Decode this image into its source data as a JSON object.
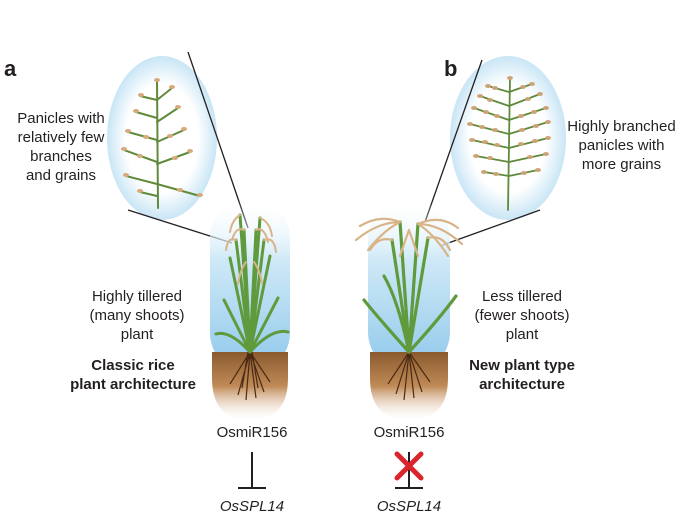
{
  "panels": [
    {
      "letter": "a",
      "panicle_label": [
        "Panicles with",
        "relatively few",
        "branches",
        "and grains"
      ],
      "tiller_label": [
        "Highly tillered",
        "(many shoots)",
        "plant"
      ],
      "architecture_label": [
        "Classic rice",
        "plant architecture"
      ],
      "regulator": "OsmiR156",
      "target_gene": "OsSPL14",
      "repression": "active"
    },
    {
      "letter": "b",
      "panicle_label": [
        "Highly branched",
        "panicles with",
        "more grains"
      ],
      "tiller_label": [
        "Less tillered",
        "(fewer shoots)",
        "plant"
      ],
      "architecture_label": [
        "New plant type",
        "architecture"
      ],
      "regulator": "OsmiR156",
      "target_gene": "OsSPL14",
      "repression": "blocked"
    }
  ],
  "colors": {
    "sky_glow": "#9fd3ef",
    "soil": "#b57a45",
    "leaf": "#5f9a3c",
    "leaf_dark": "#3f7a2a",
    "panicle": "#d9b488",
    "root": "#4a2a14",
    "block_x": "#d9262c",
    "text": "#231f20"
  }
}
